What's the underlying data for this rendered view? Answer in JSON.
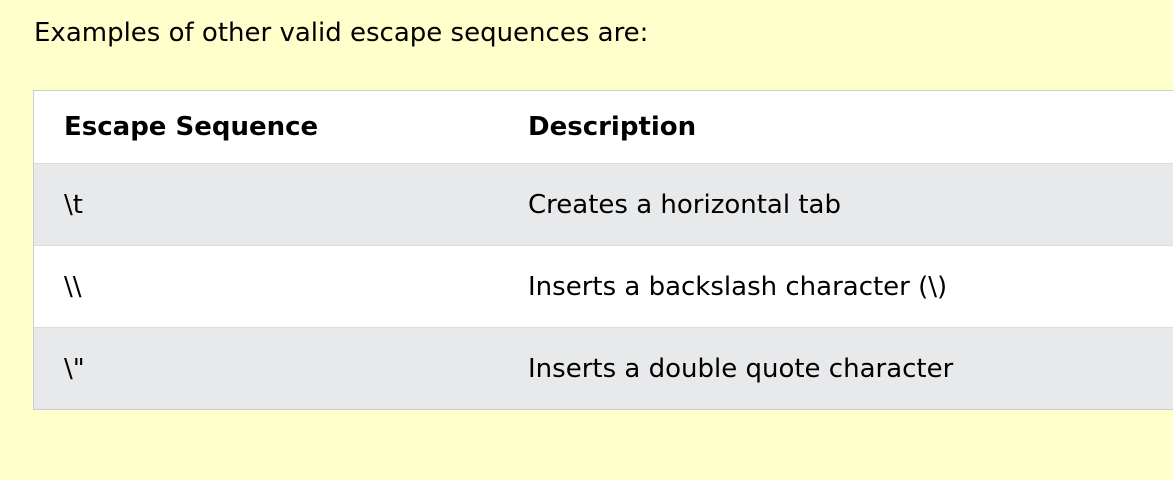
{
  "intro_text": "Examples of other valid escape sequences are:",
  "table": {
    "headers": [
      "Escape Sequence",
      "Description"
    ],
    "rows": [
      {
        "sequence": "\\t",
        "description": "Creates a horizontal tab"
      },
      {
        "sequence": "\\\\",
        "description": "Inserts a backslash character (\\)"
      },
      {
        "sequence": "\\\"",
        "description": "Inserts a double quote character"
      }
    ]
  },
  "colors": {
    "page_background": "#ffffcc",
    "row_shaded": "#e7e9eb",
    "row_white": "#ffffff"
  }
}
